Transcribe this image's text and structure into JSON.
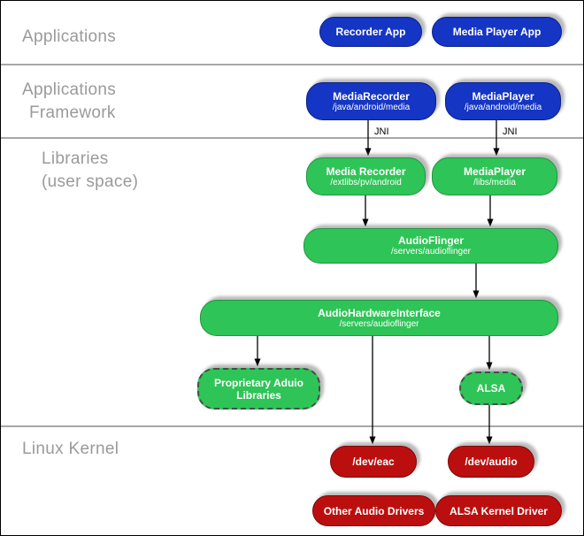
{
  "layers": {
    "applications": "Applications",
    "framework_line1": "Applications",
    "framework_line2": "Framework",
    "libraries_line1": "Libraries",
    "libraries_line2": "(user space)",
    "kernel": "Linux Kernel"
  },
  "nodes": {
    "recorder_app": {
      "label": "Recorder App"
    },
    "media_player_app": {
      "label": "Media Player App"
    },
    "media_recorder_fw": {
      "label": "MediaRecorder",
      "sub": "/java/android/media"
    },
    "media_player_fw": {
      "label": "MediaPlayer",
      "sub": "/java/android/media"
    },
    "media_recorder_lib": {
      "label": "Media Recorder",
      "sub": "/extlibs/pv/android"
    },
    "media_player_lib": {
      "label": "MediaPlayer",
      "sub": "/libs/media"
    },
    "audio_flinger": {
      "label": "AudioFlinger",
      "sub": "/servers/audioflinger"
    },
    "audio_hardware_interface": {
      "label": "AudioHardwareInterface",
      "sub": "/servers/audioflinger"
    },
    "proprietary_audio_libraries": {
      "label": "Proprietary Aduio",
      "label2": "Libraries"
    },
    "alsa": {
      "label": "ALSA"
    },
    "dev_eac": {
      "label": "/dev/eac"
    },
    "dev_audio": {
      "label": "/dev/audio"
    },
    "other_audio_drivers": {
      "label": "Other Audio Drivers"
    },
    "alsa_kernel_driver": {
      "label": "ALSA Kernel Driver"
    }
  },
  "edge_labels": {
    "jni_left": "JNI",
    "jni_right": "JNI"
  },
  "colors": {
    "app_blue": "#1535c4",
    "lib_green": "#2fc457",
    "kernel_red": "#bb0f0f",
    "layer_label_gray": "#9a9a9a"
  }
}
